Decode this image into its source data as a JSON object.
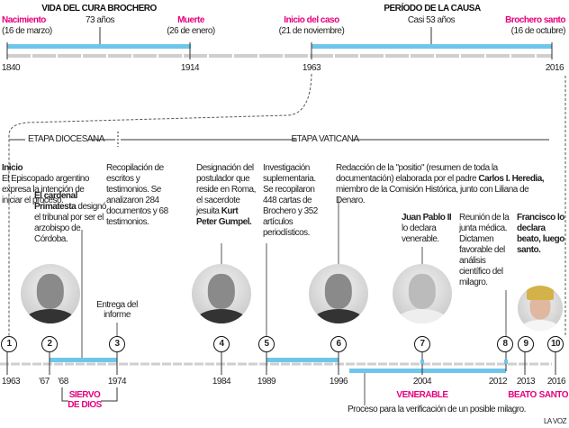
{
  "top": {
    "life": {
      "title": "VIDA DEL CURA BROCHERO",
      "duration": "73 años",
      "start": {
        "label": "Nacimiento",
        "date": "(16 de marzo)",
        "year": "1840"
      },
      "end": {
        "label": "Muerte",
        "date": "(26 de enero)",
        "year": "1914"
      }
    },
    "cause": {
      "title": "PERÍODO DE LA CAUSA",
      "duration": "Casi 53 años",
      "start": {
        "label": "Inicio del caso",
        "date": "(21 de noviembre)",
        "year": "1963"
      },
      "end": {
        "label": "Brochero santo",
        "date": "(16 de octubre)",
        "year": "2016"
      }
    }
  },
  "stages": {
    "diocesan": "ETAPA DIOCESANA",
    "vatican": "ETAPA VATICANA"
  },
  "events": {
    "inicio": {
      "title": "Inicio",
      "text": "El Episcopado argentino expresa la intención de iniciar el proceso."
    },
    "primatesta": {
      "bold": "El cardenal Primatesta",
      "text": "designó el tribunal por ser el arzobispo de Córdoba."
    },
    "recopilacion": {
      "text": "Recopilación de escritos y testimonios. Se analizaron 284 documentos y 68 testimonios."
    },
    "entrega": {
      "text": "Entrega del informe"
    },
    "designacion": {
      "text": "Designación del postulador que reside en Roma, el sacerdote jesuita",
      "bold": "Kurt Peter Gumpel."
    },
    "investigacion": {
      "text": "Investigación suplementaria. Se recopilaron 448 cartas de Brochero y 352 artículos periodísticos."
    },
    "redaccion": {
      "text1": "Redacción de la \"positio\" (resumen de toda la documentación) elaborada por el padre",
      "bold": "Carlos I. Heredia,",
      "text2": "miembro de la Comisión Histórica, junto con Liliana de Denaro."
    },
    "juanpablo": {
      "bold": "Juan Pablo II",
      "text": "lo declara venerable."
    },
    "junta": {
      "text": "Reunión de la junta médica. Dictamen favorable del análisis científico del milagro."
    },
    "francisco": {
      "bold": "Francisco lo declara beato, luego santo."
    },
    "milagro": {
      "text": "Proceso para la verificación de un posible milagro."
    }
  },
  "markers": [
    "1",
    "2",
    "3",
    "4",
    "5",
    "6",
    "7",
    "8",
    "9",
    "10"
  ],
  "years": [
    "1963",
    "'67",
    "'68",
    "1974",
    "1984",
    "1989",
    "1996",
    "2004",
    "2012",
    "2013",
    "2016"
  ],
  "milestones": {
    "siervo1": "SIERVO",
    "siervo2": "DE DIOS",
    "venerable": "VENERABLE",
    "beato": "BEATO",
    "santo": "SANTO"
  },
  "credit": "LA VOZ",
  "colors": {
    "accent": "#e6007e",
    "bar": "#6ec6ea",
    "axis": "#cfcfcf"
  }
}
